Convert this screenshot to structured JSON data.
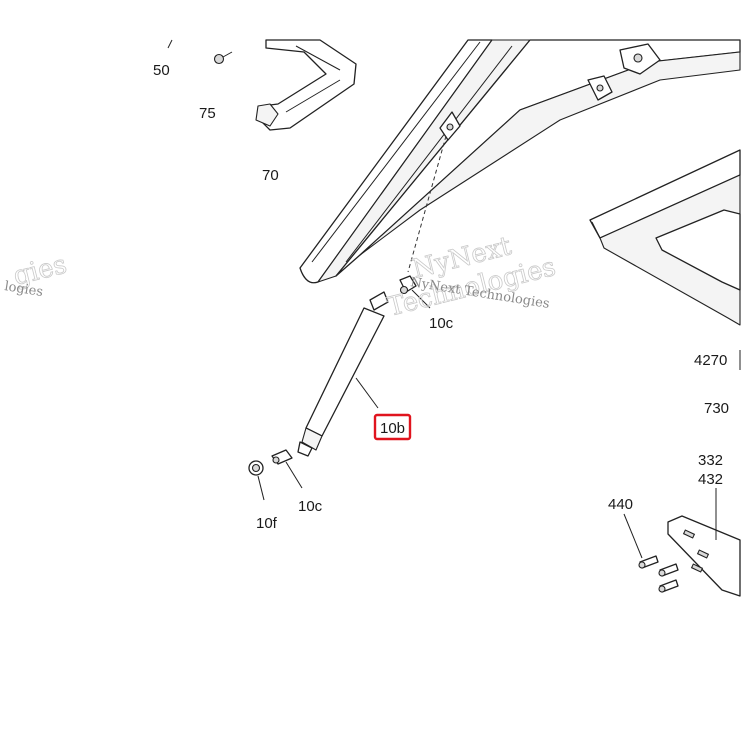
{
  "callouts": {
    "c50": "50",
    "c75": "75",
    "c70": "70",
    "c10c_top": "10c",
    "c10b": "10b",
    "c10c_bottom": "10c",
    "c10f": "10f",
    "c4270": "4270",
    "c730": "730",
    "c332": "332",
    "c432": "432",
    "c440": "440"
  },
  "highlighted_callout": "10b",
  "highlight_color": "#e0141e",
  "watermark": {
    "large_line1": "NyNext",
    "large_line2": "Technologies",
    "small": "NyNext Technologies",
    "left_large": "gies",
    "left_small": "logies"
  }
}
